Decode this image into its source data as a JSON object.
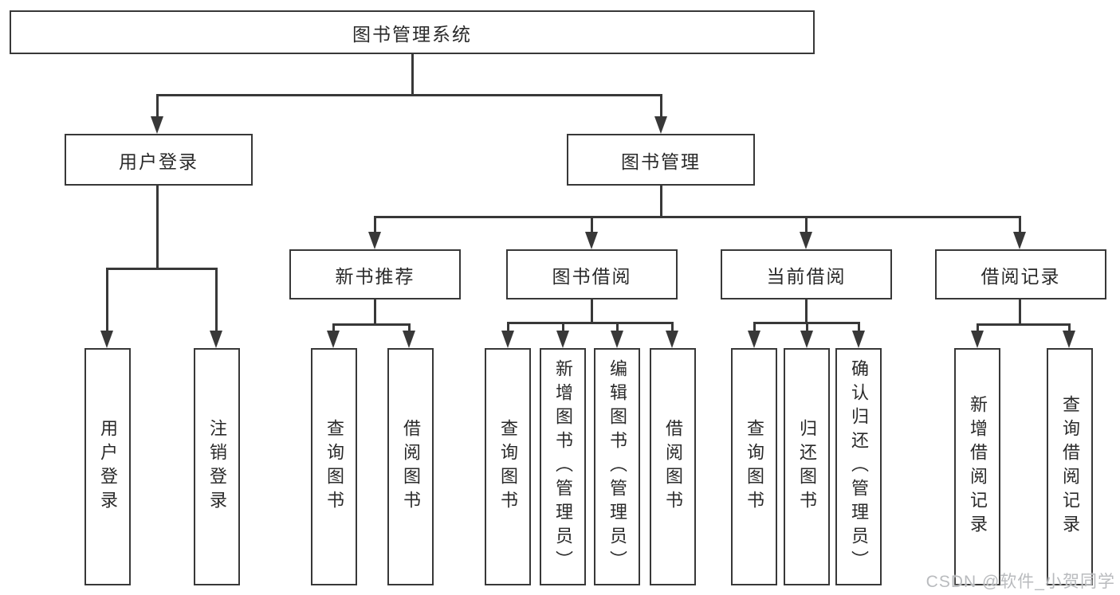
{
  "diagram": {
    "title": "图书管理系统",
    "tree": {
      "root": "图书管理系统",
      "level2": [
        {
          "label": "用户登录",
          "children": [
            "用户登录",
            "注销登录"
          ]
        },
        {
          "label": "图书管理",
          "children": [
            {
              "label": "新书推荐",
              "children": [
                "查询图书",
                "借阅图书"
              ]
            },
            {
              "label": "图书借阅",
              "children": [
                "查询图书",
                "新增图书（管理员）",
                "编辑图书（管理员）",
                "借阅图书"
              ]
            },
            {
              "label": "当前借阅",
              "children": [
                "查询图书",
                "归还图书",
                "确认归还（管理员）"
              ]
            },
            {
              "label": "借阅记录",
              "children": [
                "新增借阅记录",
                "查询借阅记录"
              ]
            }
          ]
        }
      ]
    },
    "colors": {
      "line": "#383838",
      "box_background": "#ffffff",
      "text": "#2a2a2a",
      "watermark": "#b9bbbe"
    }
  },
  "watermark": {
    "text": "CSDN @软件_小贺同学"
  }
}
